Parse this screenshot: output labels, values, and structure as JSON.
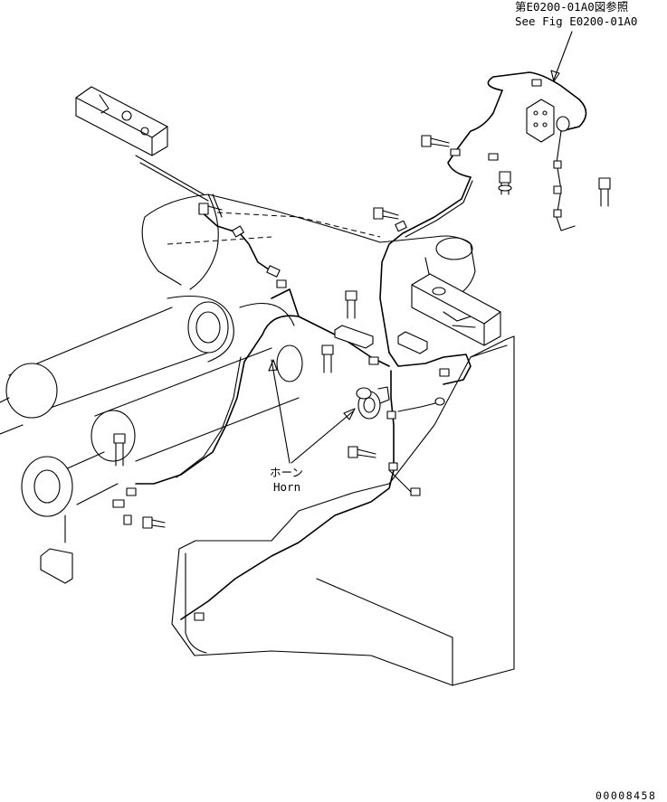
{
  "reference": {
    "jp": "第E0200-01A0図参照",
    "en": "See Fig E0200-01A0"
  },
  "callouts": {
    "horn_jp": "ホーン",
    "horn_en": "Horn"
  },
  "drawing_number": "00008458",
  "colors": {
    "line": "#000000",
    "background": "#ffffff"
  }
}
